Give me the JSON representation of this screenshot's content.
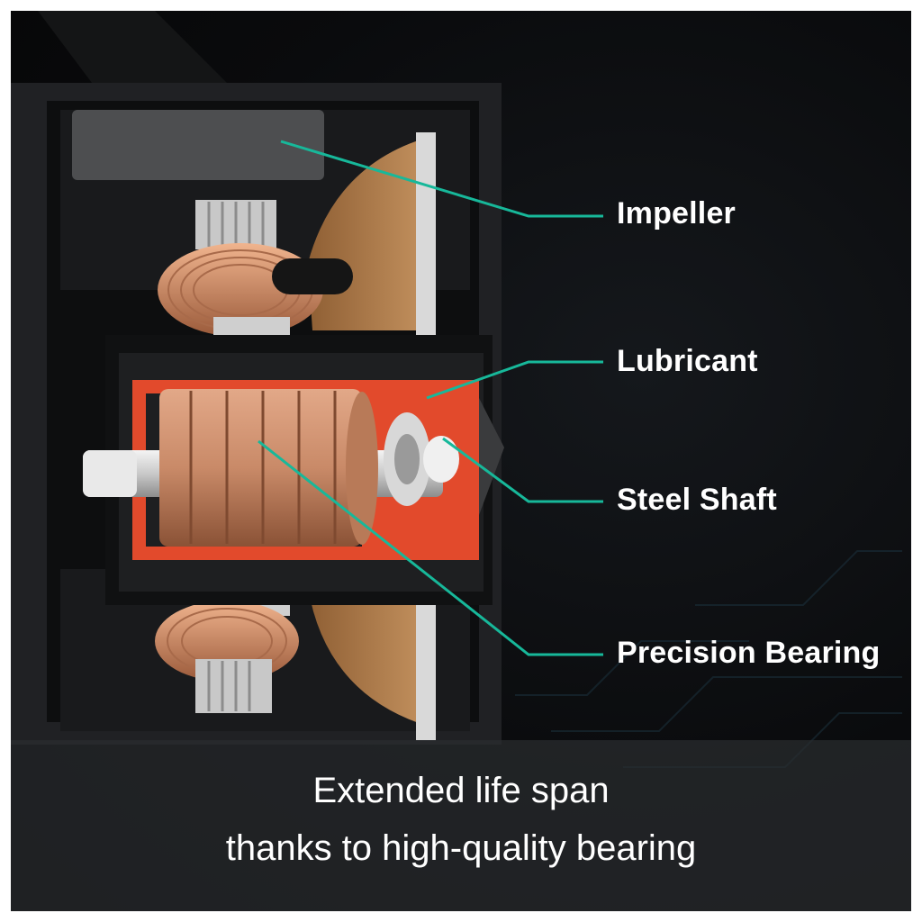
{
  "callouts": {
    "impeller": "Impeller",
    "lubricant": "Lubricant",
    "steel_shaft": "Steel Shaft",
    "precision_bearing": "Precision Bearing"
  },
  "caption": {
    "line1": "Extended life span",
    "line2": "thanks to high-quality bearing"
  },
  "colors": {
    "leader_line": "#17b89a",
    "lubricant": "#e24a2c",
    "copper": "#c8896a",
    "housing": "#1c1d1f"
  }
}
